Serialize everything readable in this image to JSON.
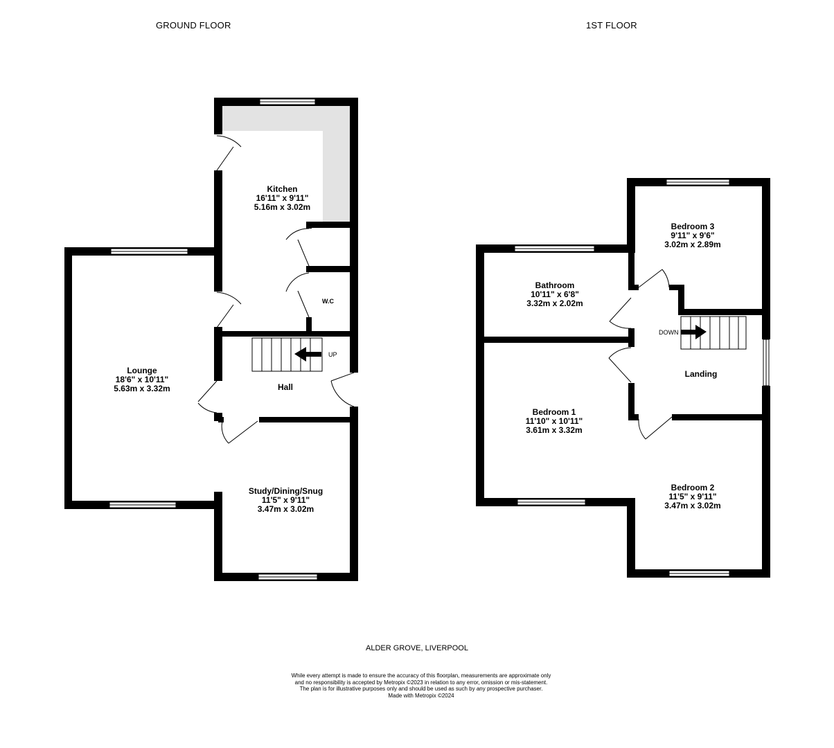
{
  "floors": {
    "ground": {
      "title": "GROUND FLOOR",
      "rooms": {
        "kitchen": {
          "name": "Kitchen",
          "imperial": "16'11\" x 9'11\"",
          "metric": "5.16m x 3.02m"
        },
        "lounge": {
          "name": "Lounge",
          "imperial": "18'6\" x 10'11\"",
          "metric": "5.63m x 3.32m"
        },
        "study": {
          "name": "Study/Dining/Snug",
          "imperial": "11'5\" x 9'11\"",
          "metric": "3.47m x 3.02m"
        },
        "hall": {
          "name": "Hall"
        },
        "wc": {
          "name": "W.C"
        }
      },
      "stairs_label": "UP"
    },
    "first": {
      "title": "1ST FLOOR",
      "rooms": {
        "bedroom3": {
          "name": "Bedroom 3",
          "imperial": "9'11\" x 9'6\"",
          "metric": "3.02m x 2.89m"
        },
        "bathroom": {
          "name": "Bathroom",
          "imperial": "10'11\" x 6'8\"",
          "metric": "3.32m x 2.02m"
        },
        "bedroom1": {
          "name": "Bedroom 1",
          "imperial": "11'10\" x 10'11\"",
          "metric": "3.61m x 3.32m"
        },
        "bedroom2": {
          "name": "Bedroom 2",
          "imperial": "11'5\" x 9'11\"",
          "metric": "3.47m x 3.02m"
        },
        "landing": {
          "name": "Landing"
        }
      },
      "stairs_label": "DOWN"
    }
  },
  "address": "ALDER GROVE, LIVERPOOL",
  "disclaimer": [
    "While every attempt is made to ensure the accuracy of this floorplan, measurements are approximate only",
    "and no responsibility is accepted by Metropix ©2023 in relation to any error, omission or mis-statement.",
    "The plan is for illustrative purposes only and should be used as such by any prospective purchaser.",
    "Made with Metropix ©2024"
  ],
  "colors": {
    "wall": "#000000",
    "worktop": "#e3e3e3",
    "window": "#ffffff"
  }
}
